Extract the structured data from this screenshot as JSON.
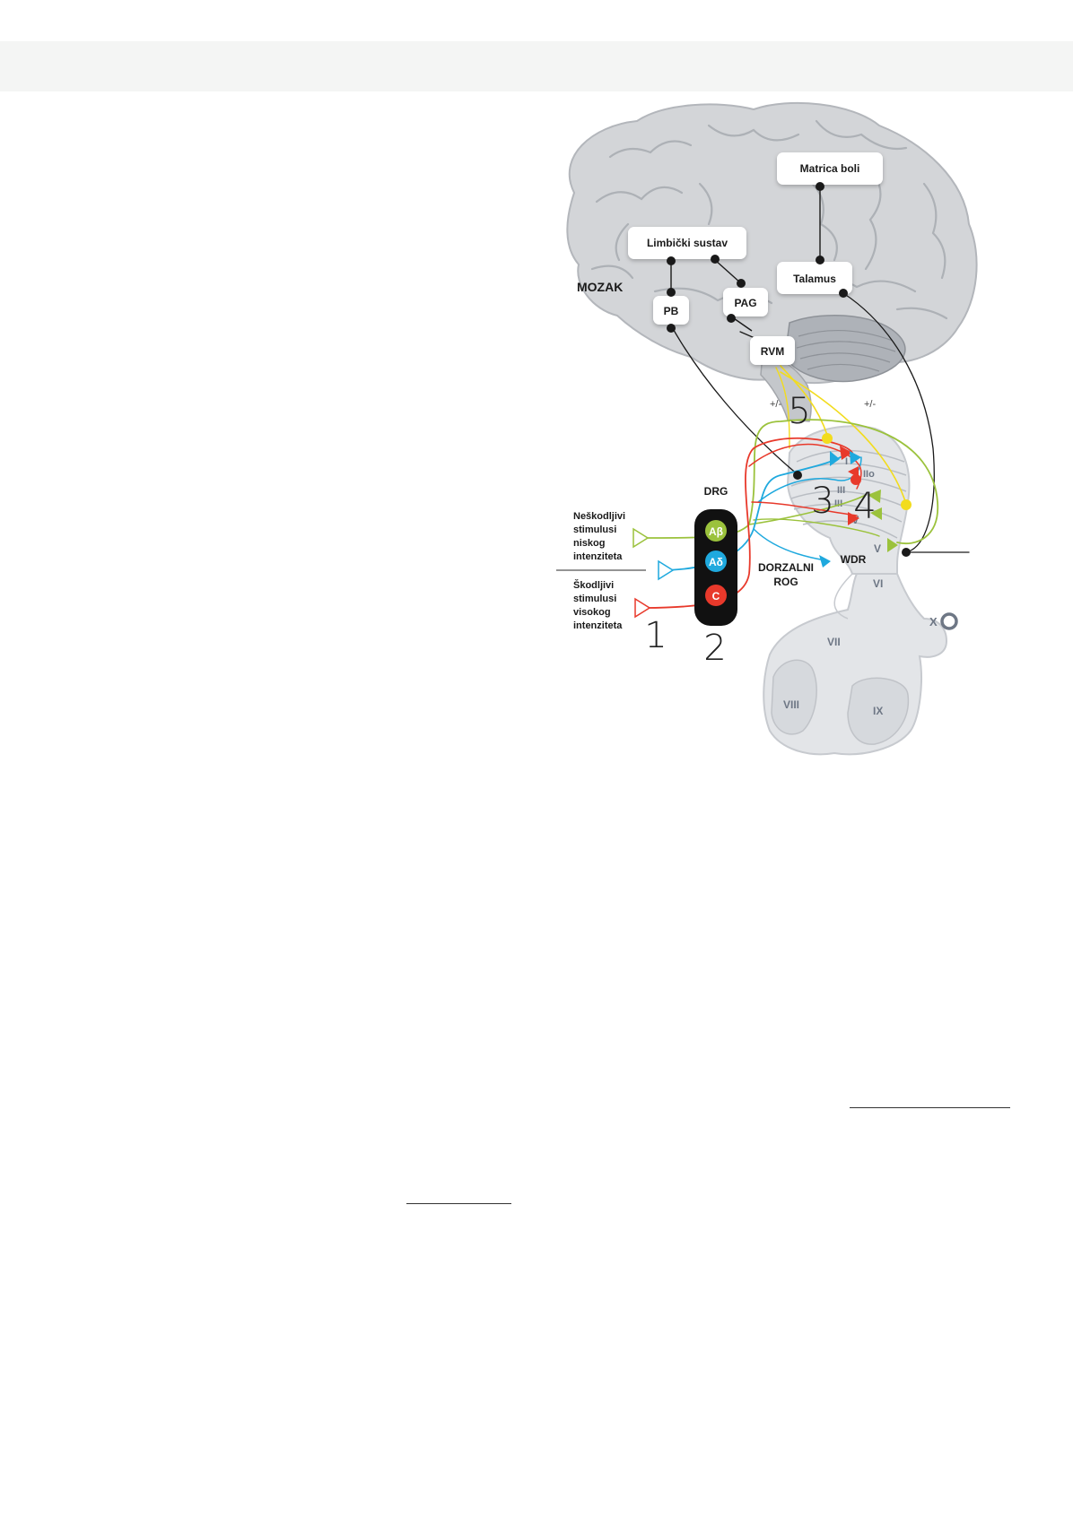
{
  "diagram": {
    "brain_region": "MOZAK",
    "boxes": {
      "pain_matrix": "Matrica boli",
      "limbic": "Limbički sustav",
      "thalamus": "Talamus",
      "pag": "PAG",
      "pb": "PB",
      "rvm": "RVM"
    },
    "drg_label": "DRG",
    "fibers": [
      "Aβ",
      "Aδ",
      "C"
    ],
    "stimuli": {
      "innocuous": [
        "Neškodljivi",
        "stimulusi",
        "niskog",
        "intenziteta"
      ],
      "noxious": [
        "Škodljivi",
        "stimulusi",
        "visokog",
        "intenziteta"
      ]
    },
    "dorsal_horn": [
      "DORZALNI",
      "ROG"
    ],
    "wdr": "WDR",
    "modulation": [
      "+/-",
      "+/-"
    ],
    "step_numbers": [
      "1",
      "2",
      "3",
      "4",
      "5"
    ],
    "laminae": [
      "I",
      "IIo",
      "III",
      "III",
      "IV",
      "V",
      "VI",
      "VII",
      "VIII",
      "IX",
      "X"
    ],
    "colors": {
      "abeta": "#9bc23c",
      "adelta": "#1fa9de",
      "c_fiber": "#e8392b",
      "descending": "#f2dc1e",
      "pathway": "#1a1a1a",
      "brain": "#d3d5d8",
      "spinal_cord": "#e3e5e8"
    }
  }
}
